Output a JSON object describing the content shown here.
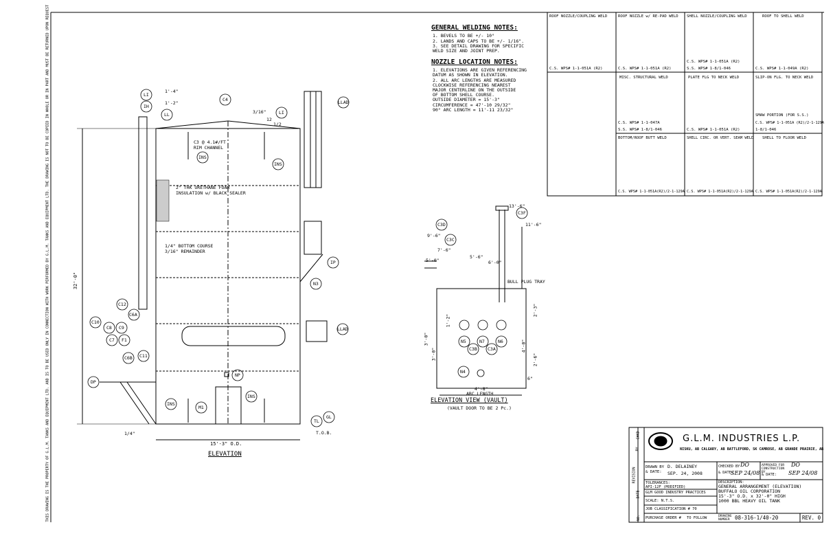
{
  "side_note": "THIS DRAWING IS THE PROPERTY OF G.L.M. TANKS AND EQUIPMENT LTD. AND IS TO BE USED ONLY IN CONNECTION WITH WORK PERFORMED BY G.L.M. TANKS AND EQUIPMENT LTD. THE DRAWING IS NOT TO BE COPIED IN WHOLE OR IN PART AND MUST BE RETURNED UPON REQUEST",
  "welding_notes": {
    "title": "GENERAL WELDING NOTES:",
    "lines": [
      "1. BEVELS TO BE +/- 10°",
      "2. LANDS AND CAPS TO BE +/- 1/16\".",
      "3. SEE DETAIL DRAWING FOR SPECIFIC",
      "   WELD SIZE AND JOINT PREP."
    ]
  },
  "nozzle_notes": {
    "title": "NOZZLE LOCATION NOTES:",
    "lines": [
      "1. ELEVATIONS ARE GIVEN REFERENCING",
      "   DATUM AS SHOWN IN ELEVATION.",
      "2. ALL ARC LENGTHS ARE MEASURED",
      "   CLOCKWISE REFERENCING NEAREST",
      "   MAJOR CENTERLINE ON THE OUTSIDE",
      "   OF BOTTOM SHELL COURSE.",
      "   OUTSIDE DIAMETER = 15'-3\"",
      "   CIRCUMFERENCE = 47'-10 29/32\"",
      "   90° ARC LENGTH = 11'-11 23/32\""
    ]
  },
  "weld_table": [
    {
      "title": "ROOF NOZZLE/COUPLING WELD",
      "wps": "C.S. WPS# 1-1-051A (R2)"
    },
    {
      "title": "ROOF NOZZLE w/ RE-PAD WELD",
      "wps": "C.S. WPS# 1-1-051A (R2)"
    },
    {
      "title": "SHELL NOZZLE/COUPLING WELD",
      "wps": "C.S. WPS# 1-1-051A (R2)",
      "wps2": "S.S. WPS# 1-8/1-046"
    },
    {
      "title": "ROOF TO SHELL WELD",
      "wps": "C.S. WPS# 1-1-049A (R2)"
    },
    {
      "title": "MISC. STRUCTURAL WELD",
      "wps": "C.S. WPS# 1-1-047A",
      "wps2": "S.S. WPS# 1-8/1-046"
    },
    {
      "title": "PLATE FLG TO NECK WELD",
      "wps": "C.S. WPS# 1-1-051A (R2)"
    },
    {
      "title": "SLIP-ON FLG. TO NECK WELD",
      "wps": "C.S. WPS# 1-1-051A (R2)/2-1-129A",
      "wps2": "1-8/1-046",
      "extra": "SMAW PORTION (FOR S.S.)"
    },
    {
      "title": "BOTTOM/ROOF BUTT WELD",
      "wps": "C.S. WPS# 1-1-051A(R2)/2-1-129A"
    },
    {
      "title": "SHELL CIRC. OR VERT. SEAM WELD",
      "wps": "C.S. WPS# 1-1-051A(R2)/2-1-129A"
    },
    {
      "title": "SHELL TO FLOOR WELD",
      "wps": "C.S. WPS# 1-1-051A(R2)/2-1-129A"
    }
  ],
  "elevation": {
    "title": "ELEVATION",
    "height_dim": "32'-0\"",
    "dia_dim": "15'-3\" O.D.",
    "top_dims": [
      "1'-4\"",
      "1'-2\""
    ],
    "slope": [
      "3/16\"",
      "12",
      "1/2"
    ],
    "rim": [
      "C3 @ 4.1#/FT",
      "RIM CHANNEL"
    ],
    "foam": [
      "2\" THK URETHANE FOAM",
      "INSULATION w/ BLACK SEALER"
    ],
    "course": [
      "1/4\" BOTTOM COURSE",
      "3/16\" REMAINDER"
    ],
    "tob": "T.O.B.",
    "bottom_small": "1/4\"",
    "tags": [
      "LI",
      "IH",
      "C4",
      "LL",
      "LI",
      "LLAD",
      "INS",
      "INS",
      "IP",
      "N3",
      "C12",
      "C6A",
      "C10",
      "C8",
      "C9",
      "C7",
      "F1",
      "C6B",
      "C11",
      "LLAD",
      "NP",
      "DP",
      "INS",
      "M1",
      "INS",
      "TL",
      "GL"
    ]
  },
  "vault": {
    "title": "ELEVATION VIEW (VAULT)",
    "subtitle": "(VAULT DOOR TO BE 2 Pc.)",
    "arc": [
      "4'-8\"",
      "ARC LENGTH"
    ],
    "dims": [
      "13'-6\"",
      "11'-6\"",
      "9'-6\"",
      "7'-6\"",
      "5'-6\"",
      "6'-0\"",
      "5'-0\"",
      "2'-3\"",
      "2'-6\"",
      "4'-0\"",
      "3'-0\"",
      "3'-0\"",
      "1'-2\"",
      "6\""
    ],
    "tags": [
      "C3F",
      "C3D",
      "C3C",
      "C3B",
      "C3A",
      "N5",
      "N7",
      "N6",
      "N4"
    ],
    "label": "BULL PLUG TRAY"
  },
  "title_block": {
    "company": "G.L.M. INDUSTRIES L.P.",
    "locations": "NISKU, AB  CALGARY, AB  BATTLEFORD, SK  CAMROSE, AB  GRANDE PRAIRIE, AB",
    "drawn_by_label": "DRAWN BY",
    "drawn_by": "D. DELAINEY",
    "date_label": "& DATE:",
    "drawn_date": "SEP. 24, 2008",
    "checked_label": "CHECKED BY",
    "checked_by": "DO",
    "checked_date": "SEP 24/08",
    "approved_label": "APPROVED FOR CONSTRUCTION BY",
    "approved_by": "DO",
    "approved_date": "SEP 24/08",
    "tolerances_label": "TOLERANCES:",
    "tolerances": "API-12F (MODIFIED)",
    "practices": "GLM GOOD INDUSTRY PRACTICES",
    "scale": "SCALE: N.T.S.",
    "job": "JOB CLASSIFICATION # 70",
    "po": "PURCHASE ORDER #",
    "po_value": "TO FOLLOW",
    "description_label": "DESCRIPTION:",
    "description": [
      "GENERAL ARRANGEMENT (ELEVATION)",
      "BUFFALO OIL CORPORATION",
      "15'-3\" O.D. x 32'-0\" HIGH",
      "1000 BBL HEAVY OIL TANK"
    ],
    "drawing_label": "DRAWING NUMBER",
    "drawing_no": "08-316-1/40-20",
    "rev": "REV. 0",
    "side_labels": [
      "REVISION",
      "DATE",
      "BY",
      "CHKD",
      "NO."
    ]
  }
}
